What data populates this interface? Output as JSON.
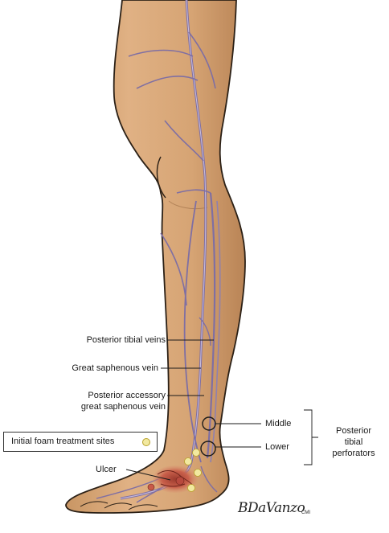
{
  "labels": {
    "posterior_tibial_veins": "Posterior tibial veins",
    "great_saphenous_vein": "Great saphenous vein",
    "posterior_accessory_line1": "Posterior accessory",
    "posterior_accessory_line2": "great saphenous vein",
    "ulcer": "Ulcer",
    "middle": "Middle",
    "lower": "Lower",
    "perforators_line1": "Posterior",
    "perforators_line2": "tibial",
    "perforators_line3": "perforators"
  },
  "legend": {
    "text": "Initial foam treatment sites",
    "marker_color": "#f2e9a0"
  },
  "signature": {
    "name": "BDaVanzo",
    "credential": "CMI"
  },
  "colors": {
    "skin": "#d9a877",
    "skin_shadow": "#b98456",
    "outline": "#2b2016",
    "vein": "#7f6fa3",
    "vein_light": "#b6a9cc",
    "ulcer": "#b84a3e",
    "treatment_dot": "#f2e9a0"
  }
}
